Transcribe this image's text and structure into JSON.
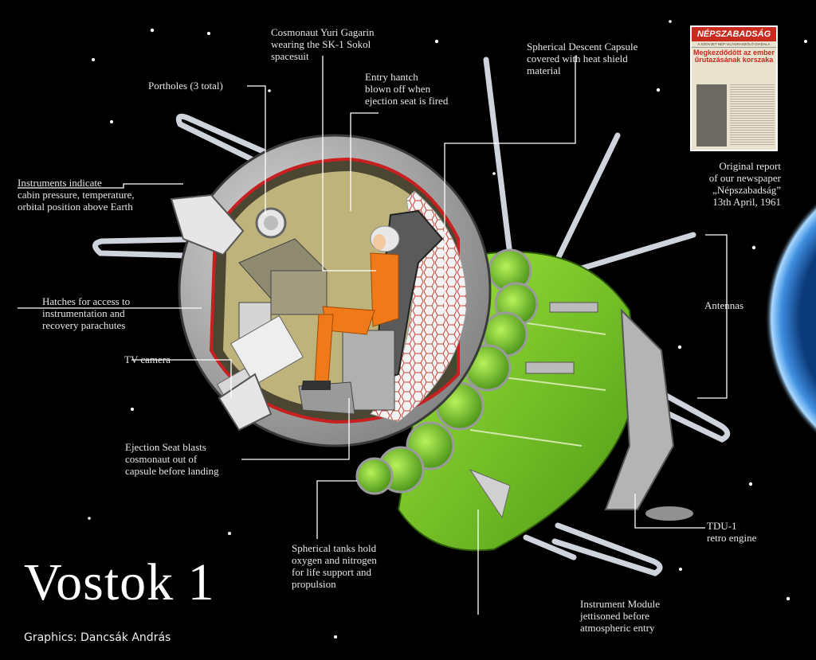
{
  "title": "Vostok 1",
  "credit": "Graphics: Dancsák András",
  "newspaper": {
    "masthead": "NÉPSZABADSÁG",
    "strip": "A SZOVJET NÉP VILÁGRASZÓLÓ DIADALA",
    "headline": "Megkezdődött az ember űrutazásának korszaka",
    "caption": "Original report\nof our  newspaper\n„Népszabadság”\n13th April, 1961"
  },
  "labels": {
    "gagarin": "Cosmonaut Yuri Gagarin\nwearing the SK-1 Sokol\nspacesuit",
    "portholes": "Portholes (3 total)",
    "hatch": "Entry hantch\nblown off when\nejection seat is fired",
    "descent": "Spherical Descent Capsule\ncovered with heat shield\nmaterial",
    "instruments": "Instruments indicate\ncabin pressure, temperature,\norbital position above Earth",
    "hatches": "Hatches for access to\ninstrumentation and\nrecovery parachutes",
    "tv": "TV camera",
    "ejection": "Ejection Seat blasts\ncosmonaut out of\ncapsule before landing",
    "tanks": "Spherical tanks hold\noxygen and nitrogen\nfor life support and\npropulsion",
    "module": "Instrument Module\njettisoned before\natmospheric entry",
    "antennas": "Antennas",
    "tdu": "TDU-1\nretro engine"
  }
}
